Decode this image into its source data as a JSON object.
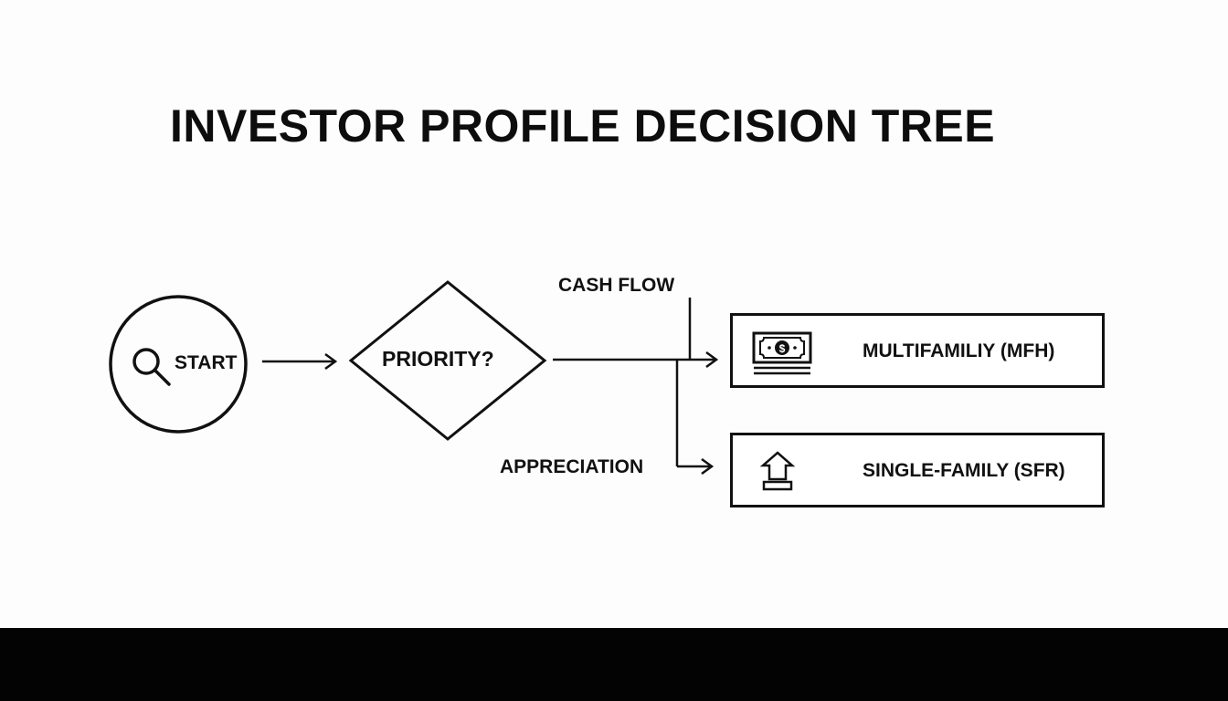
{
  "title": "INVESTOR PROFILE DECISION TREE",
  "nodes": {
    "start": {
      "label": "START",
      "icon": "search-icon",
      "shape": "circle"
    },
    "decision": {
      "label": "PRIORITY?",
      "shape": "diamond"
    },
    "outcomes": [
      {
        "label": "MULTIFAMILIY (MFH)",
        "icon": "money-bill-icon",
        "branch": "CASH FLOW"
      },
      {
        "label": "SINGLE-FAMILY (SFR)",
        "icon": "up-arrow-icon",
        "branch": "APPRECIATION"
      }
    ]
  },
  "branches": {
    "cash_flow": "CASH FLOW",
    "appreciation": "APPRECIATION"
  },
  "colors": {
    "background": "#fdfdfd",
    "stroke": "#111111",
    "bottom_bar": "#030303"
  }
}
